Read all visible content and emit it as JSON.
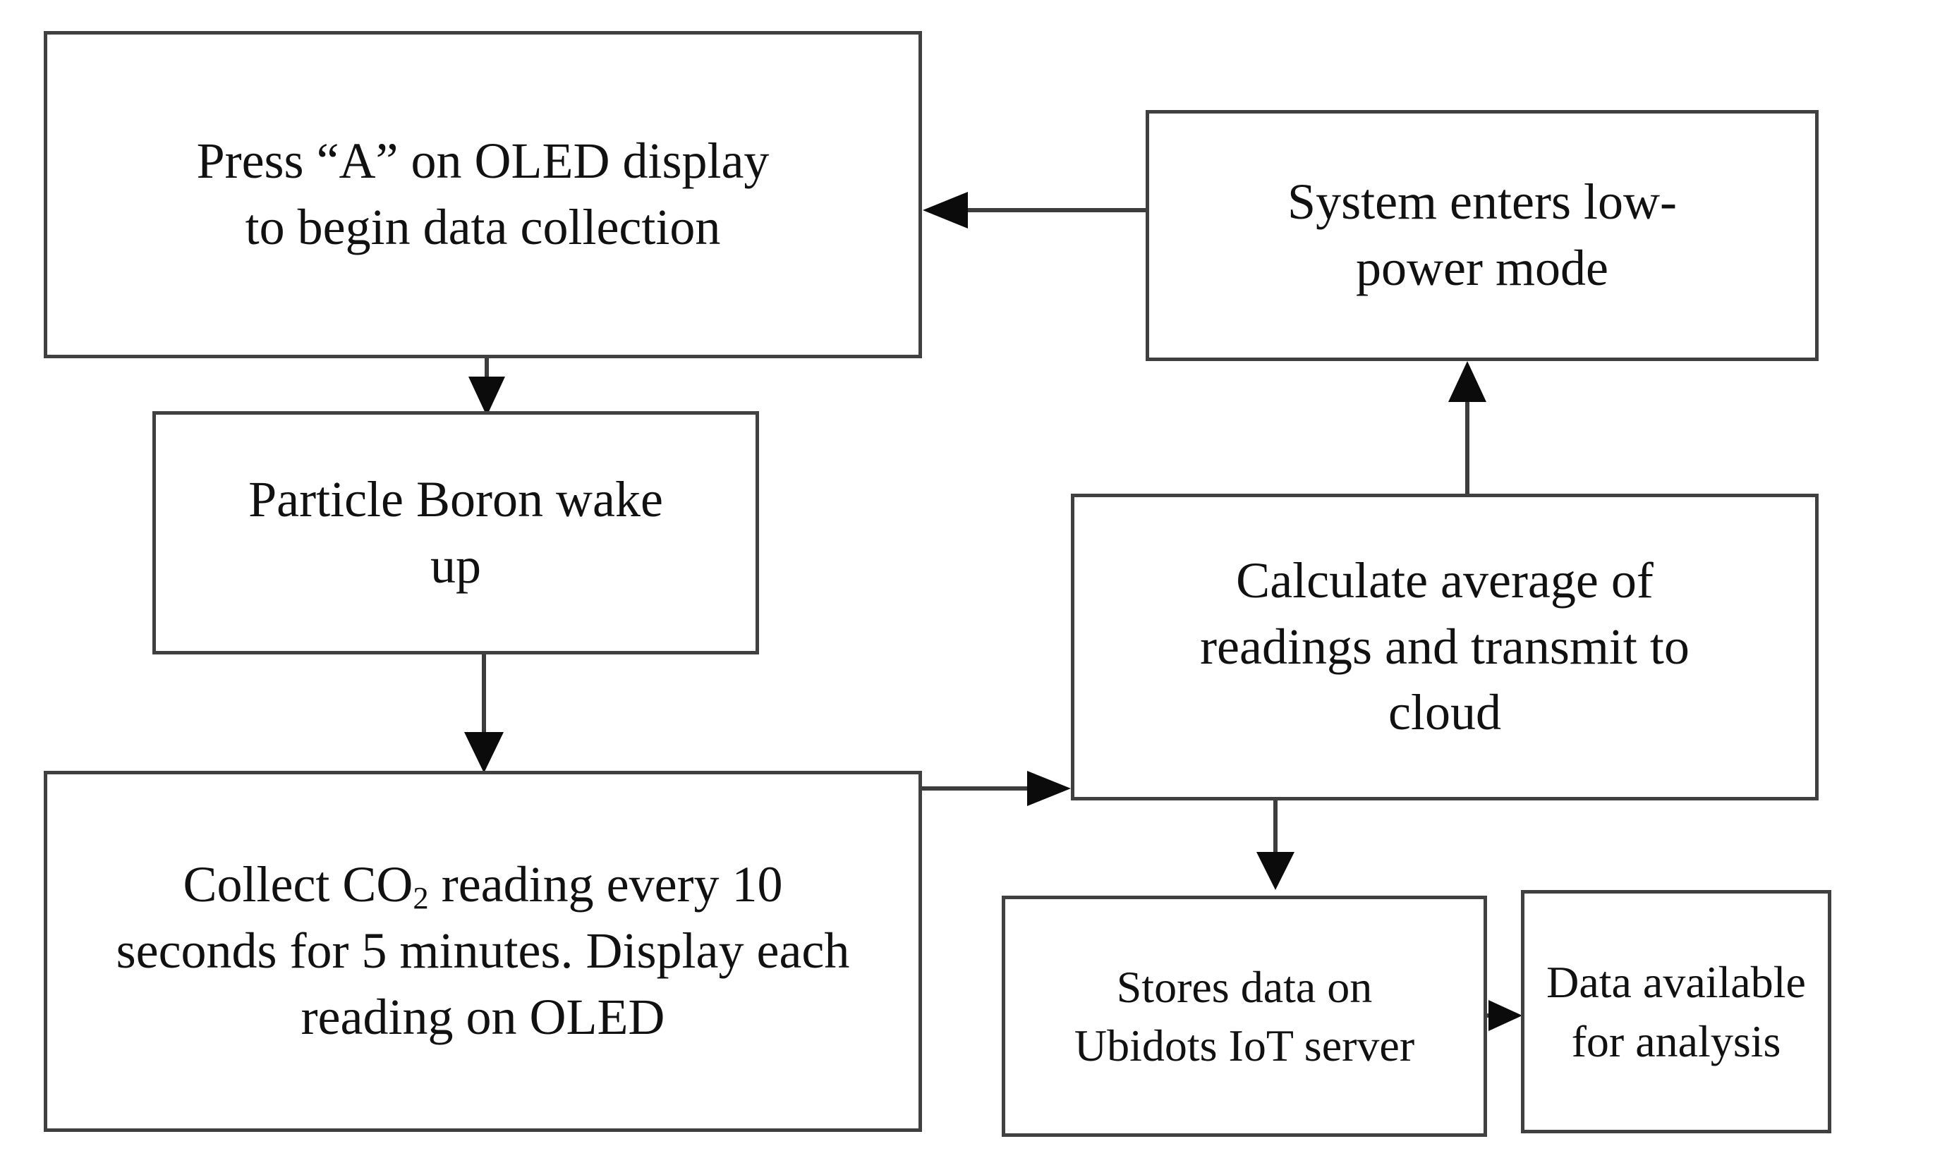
{
  "diagram": {
    "title": "CO2 sensing system operational flowchart",
    "type": "flowchart",
    "orientation": "mixed",
    "colors": {
      "box_border": "#404040",
      "box_fill": "#ffffff",
      "arrow": "#3c3c3c",
      "text": "#111111",
      "background": "#ffffff"
    },
    "nodes": [
      {
        "id": "press",
        "label": "Press “A” on OLED display to begin data collection",
        "lines": [
          "Press “A” on OLED",
          "display to begin data",
          "collection"
        ]
      },
      {
        "id": "lowpower",
        "label": "System enters low-power mode",
        "lines": [
          "System enters low-",
          "power mode"
        ]
      },
      {
        "id": "wakeup",
        "label": "Particle Boron wake up",
        "lines": [
          "Particle Boron",
          "wake up"
        ]
      },
      {
        "id": "collect",
        "label": "Collect CO2 reading every 10 seconds for 5 minutes. Display each reading on OLED",
        "lines": [
          "Collect CO",
          "2",
          " reading every 10",
          "seconds for 5 minutes.",
          "Display each reading on",
          "OLED"
        ],
        "line1_pre": "Collect CO",
        "line1_sub": "2",
        "line1_post": " reading every 10",
        "line2": "seconds for 5 minutes.",
        "line3": "Display each reading on",
        "line4": "OLED"
      },
      {
        "id": "calculate",
        "label": "Calculate average of readings and transmit to cloud",
        "lines": [
          "Calculate average of",
          "readings and",
          "transmit to cloud"
        ]
      },
      {
        "id": "stores",
        "label": "Stores data on Ubidots IoT server",
        "lines": [
          "Stores data on",
          "Ubidots IoT",
          "server"
        ]
      },
      {
        "id": "analysis",
        "label": "Data available for analysis",
        "lines": [
          "Data",
          "available for",
          "analysis"
        ]
      }
    ],
    "edges": [
      {
        "id": "edge-lowpower-to-press",
        "from": "lowpower",
        "to": "press",
        "direction": "left"
      },
      {
        "id": "edge-press-to-wakeup",
        "from": "press",
        "to": "wakeup",
        "direction": "down"
      },
      {
        "id": "edge-wakeup-to-collect",
        "from": "wakeup",
        "to": "collect",
        "direction": "down"
      },
      {
        "id": "edge-collect-to-calculate",
        "from": "collect",
        "to": "calculate",
        "direction": "right"
      },
      {
        "id": "edge-calculate-to-lowpower",
        "from": "calculate",
        "to": "lowpower",
        "direction": "up"
      },
      {
        "id": "edge-calculate-to-stores",
        "from": "calculate",
        "to": "stores",
        "direction": "down"
      },
      {
        "id": "edge-stores-to-analysis",
        "from": "stores",
        "to": "analysis",
        "direction": "right"
      }
    ]
  }
}
